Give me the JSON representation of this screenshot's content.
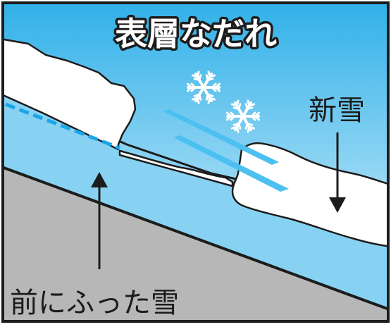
{
  "title": "表層なだれ",
  "labels": {
    "new_snow": "新雪",
    "old_snow": "前にふった雪"
  },
  "icons": [
    "snowflake-icon",
    "snowflake-icon",
    "motion-streak-icon",
    "motion-streak-icon"
  ],
  "colors": {
    "sky_top": "#2fb0e8",
    "sky_bottom": "#e8f6fd",
    "old_snow_layer": "#87d2f2",
    "ground": "#b7b7b7",
    "snow": "#ffffff",
    "outline": "#1c1c1c",
    "dash_line": "#1ba6ea",
    "streak": "#4cc0f0",
    "title_fill": "#ffffff",
    "title_stroke": "#1c1c1c",
    "arrow": "#1c1c1c"
  }
}
